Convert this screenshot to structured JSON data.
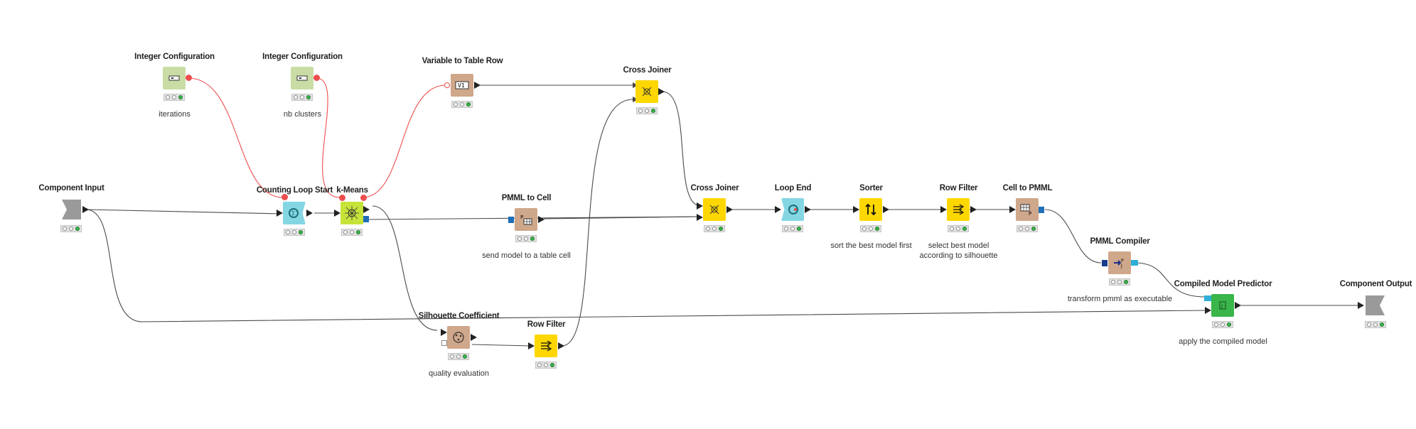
{
  "nodes": {
    "int_config_1": {
      "title": "Integer Configuration",
      "desc": "iterations",
      "icon": "config-icon"
    },
    "int_config_2": {
      "title": "Integer Configuration",
      "desc": "nb clusters",
      "icon": "config-icon"
    },
    "var_to_row": {
      "title": "Variable to Table Row",
      "desc": "",
      "icon": "variable-to-row-icon"
    },
    "cross_joiner_1": {
      "title": "Cross Joiner",
      "desc": "",
      "icon": "cross-joiner-icon"
    },
    "component_input": {
      "title": "Component Input",
      "desc": "",
      "icon": "component-input-icon"
    },
    "counting_loop": {
      "title": "Counting Loop Start",
      "desc": "",
      "icon": "loop-start-icon"
    },
    "kmeans": {
      "title": "k-Means",
      "desc": "",
      "icon": "kmeans-icon"
    },
    "pmml_to_cell": {
      "title": "PMML to Cell",
      "desc": "send model to a table cell",
      "icon": "pmml-to-cell-icon"
    },
    "cross_joiner_2": {
      "title": "Cross Joiner",
      "desc": "",
      "icon": "cross-joiner-icon"
    },
    "loop_end": {
      "title": "Loop End",
      "desc": "",
      "icon": "loop-end-icon"
    },
    "sorter": {
      "title": "Sorter",
      "desc": "sort the best model first",
      "icon": "sorter-icon"
    },
    "row_filter_1": {
      "title": "Row Filter",
      "desc_line1": "select best model",
      "desc_line2": "according to silhouette",
      "icon": "row-filter-icon"
    },
    "cell_to_pmml": {
      "title": "Cell to PMML",
      "desc": "",
      "icon": "cell-to-pmml-icon"
    },
    "pmml_compiler": {
      "title": "PMML Compiler",
      "desc": "transform pmml as executable",
      "icon": "pmml-compiler-icon"
    },
    "compiled_predictor": {
      "title": "Compiled Model Predictor",
      "desc": "apply the compiled model",
      "icon": "predictor-icon"
    },
    "component_output": {
      "title": "Component Output",
      "desc": "",
      "icon": "component-output-icon"
    },
    "silhouette": {
      "title": "Silhouette Coefficient",
      "desc": "quality evaluation",
      "icon": "silhouette-icon"
    },
    "row_filter_2": {
      "title": "Row Filter",
      "desc": "",
      "icon": "row-filter-icon"
    }
  },
  "colors": {
    "data_wire": "#4a4a4a",
    "flow_wire": "#ee4d4d",
    "config": "#c9dca6",
    "loop": "#84d6e3",
    "learner": "#c6e33a",
    "manipulator": "#cfa78a",
    "yellow": "#ffd700",
    "predictor": "#39b54a",
    "component": "#9a9a9a",
    "status_green": "#3ab54a"
  }
}
